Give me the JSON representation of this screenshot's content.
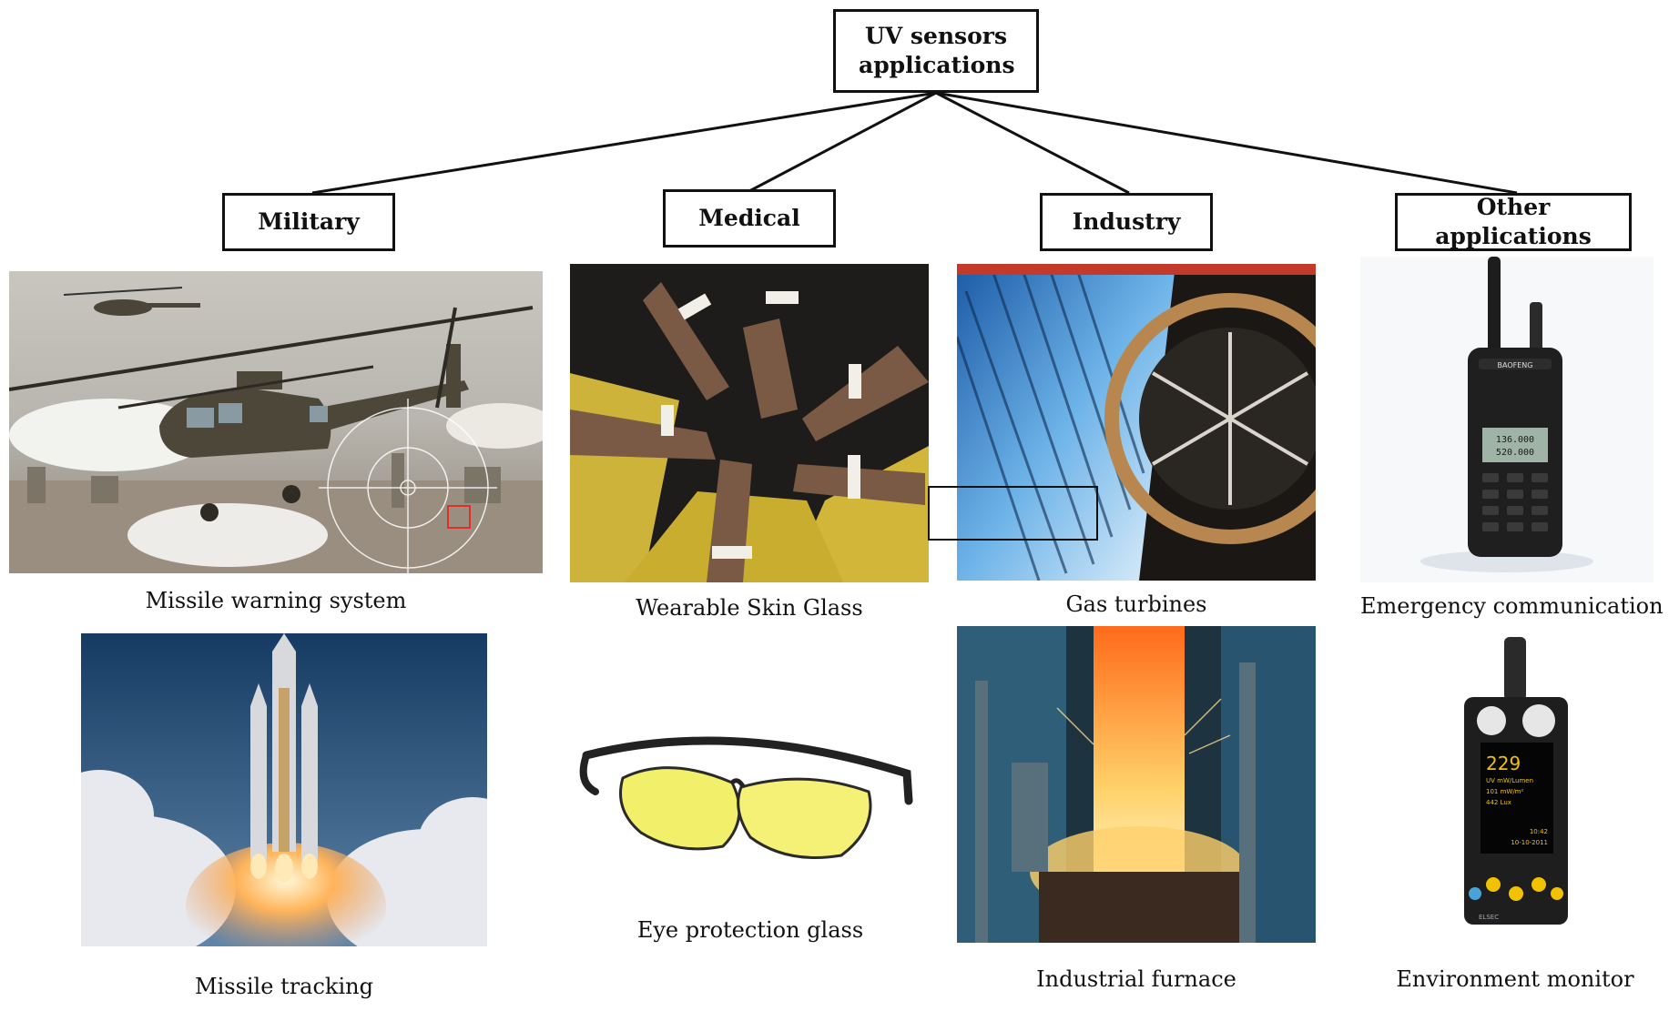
{
  "root": {
    "label": "UV sensors applications"
  },
  "categories": {
    "military": "Military",
    "medical": "Medical",
    "industry": "Industry",
    "other": "Other applications"
  },
  "captions": {
    "missile_warning": "Missile warning system",
    "missile_tracking": "Missile tracking",
    "wearable_skin": "Wearable Skin Glass",
    "eye_protection": "Eye protection glass",
    "gas_turbines": "Gas turbines",
    "industrial_furnace": "Industrial furnace",
    "emergency_comm": "Emergency communication",
    "environment_monitor": "Environment monitor"
  },
  "device_text": {
    "radio_brand": "BAOFENG",
    "radio_freq_1": "136.000",
    "radio_freq_2": "520.000",
    "monitor_value": "229",
    "monitor_line_1": "UV mW/Lumen",
    "monitor_line_2": "101 mW/m²",
    "monitor_line_3": "442 Lux",
    "monitor_time": "10:42",
    "monitor_date": "10-10-2011",
    "monitor_brand": "ELSEC"
  }
}
